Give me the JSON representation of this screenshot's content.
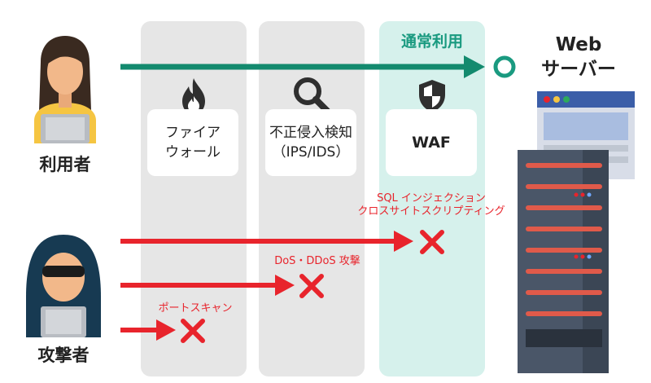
{
  "stages": {
    "firewall": {
      "line1": "ファイア",
      "line2": "ウォール"
    },
    "ids": {
      "line1": "不正侵入検知",
      "line2": "（IPS/IDS）"
    },
    "waf": {
      "header": "通常利用",
      "label": "WAF"
    }
  },
  "actors": {
    "user": "利用者",
    "attacker": "攻撃者"
  },
  "server": {
    "line1": "Web",
    "line2": "サーバー"
  },
  "attacks": {
    "port_scan": "ポートスキャン",
    "dos": "DoS・DDoS 攻撃",
    "sql_line1": "SQL インジェクション",
    "sql_line2": "クロスサイトスクリプティング"
  },
  "colors": {
    "normal": "#138a6e",
    "attack": "#e8242c",
    "gray_column": "#e6e6e6",
    "waf_column": "#d6f1ec"
  }
}
